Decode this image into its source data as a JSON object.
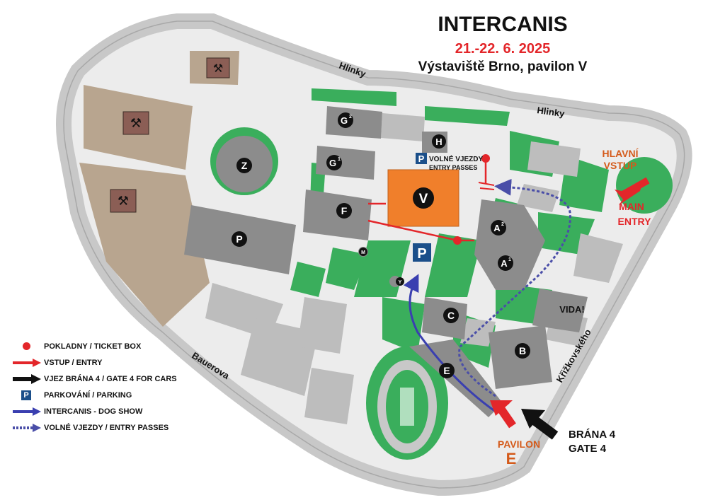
{
  "header": {
    "title": "INTERCANIS",
    "dates": "21.-22. 6. 2025",
    "venue": "Výstaviště Brno, pavilon V"
  },
  "colors": {
    "road": "#c8c8c8",
    "road_edge": "#a8a8a8",
    "green": "#3aae5c",
    "building": "#8c8c8c",
    "building_light": "#bdbdbd",
    "construction": "#b8a58f",
    "pavilion_v": "#f07f2b",
    "red": "#e3262a",
    "blue": "#3a3fb0",
    "dark": "#111111",
    "orange_text": "#d45a1a",
    "parking_blue": "#1b4f8a"
  },
  "streets": {
    "hlinky_1": "Hlinky",
    "hlinky_2": "Hlinky",
    "bauerova": "Bauerova",
    "krizkovskeho": "Křižkovského"
  },
  "buildings": {
    "v": "V",
    "z": "Z",
    "p": "P",
    "f": "F",
    "g1": "G",
    "g1_sup": "1",
    "g2": "G",
    "g2_sup": "2",
    "h": "H",
    "a1": "A",
    "a1_sup": "1",
    "a2": "A",
    "a2_sup": "2",
    "b": "B",
    "c": "C",
    "e": "E",
    "m": "M",
    "y": "Y",
    "vida": "VIDA!"
  },
  "labels": {
    "volne_vjezdy": "VOLNÉ VJEZDY",
    "entry_passes": "ENTRY PASSES",
    "hlavni": "HLAVNÍ",
    "vstup": "VSTUP",
    "main": "MAIN",
    "entry": "ENTRY",
    "brana4": "BRÁNA 4",
    "gate4": "GATE 4",
    "pavilon": "PAVILON",
    "pavilon_letter": "E",
    "parking_p": "P",
    "parking_p_small": "P"
  },
  "legend": [
    {
      "icon": "ticket-dot-icon",
      "text": "POKLADNY / TICKET BOX"
    },
    {
      "icon": "red-arrow-icon",
      "text": "VSTUP / ENTRY"
    },
    {
      "icon": "black-arrow-icon",
      "text": "VJEZ BRÁNA 4 / GATE 4 FOR CARS"
    },
    {
      "icon": "parking-icon",
      "text": "PARKOVÁNÍ / PARKING",
      "symbol": "P"
    },
    {
      "icon": "blue-arrow-icon",
      "text": "INTERCANIS - DOG SHOW"
    },
    {
      "icon": "dotted-arrow-icon",
      "text": "VOLNÉ VJEZDY / ENTRY PASSES"
    }
  ]
}
